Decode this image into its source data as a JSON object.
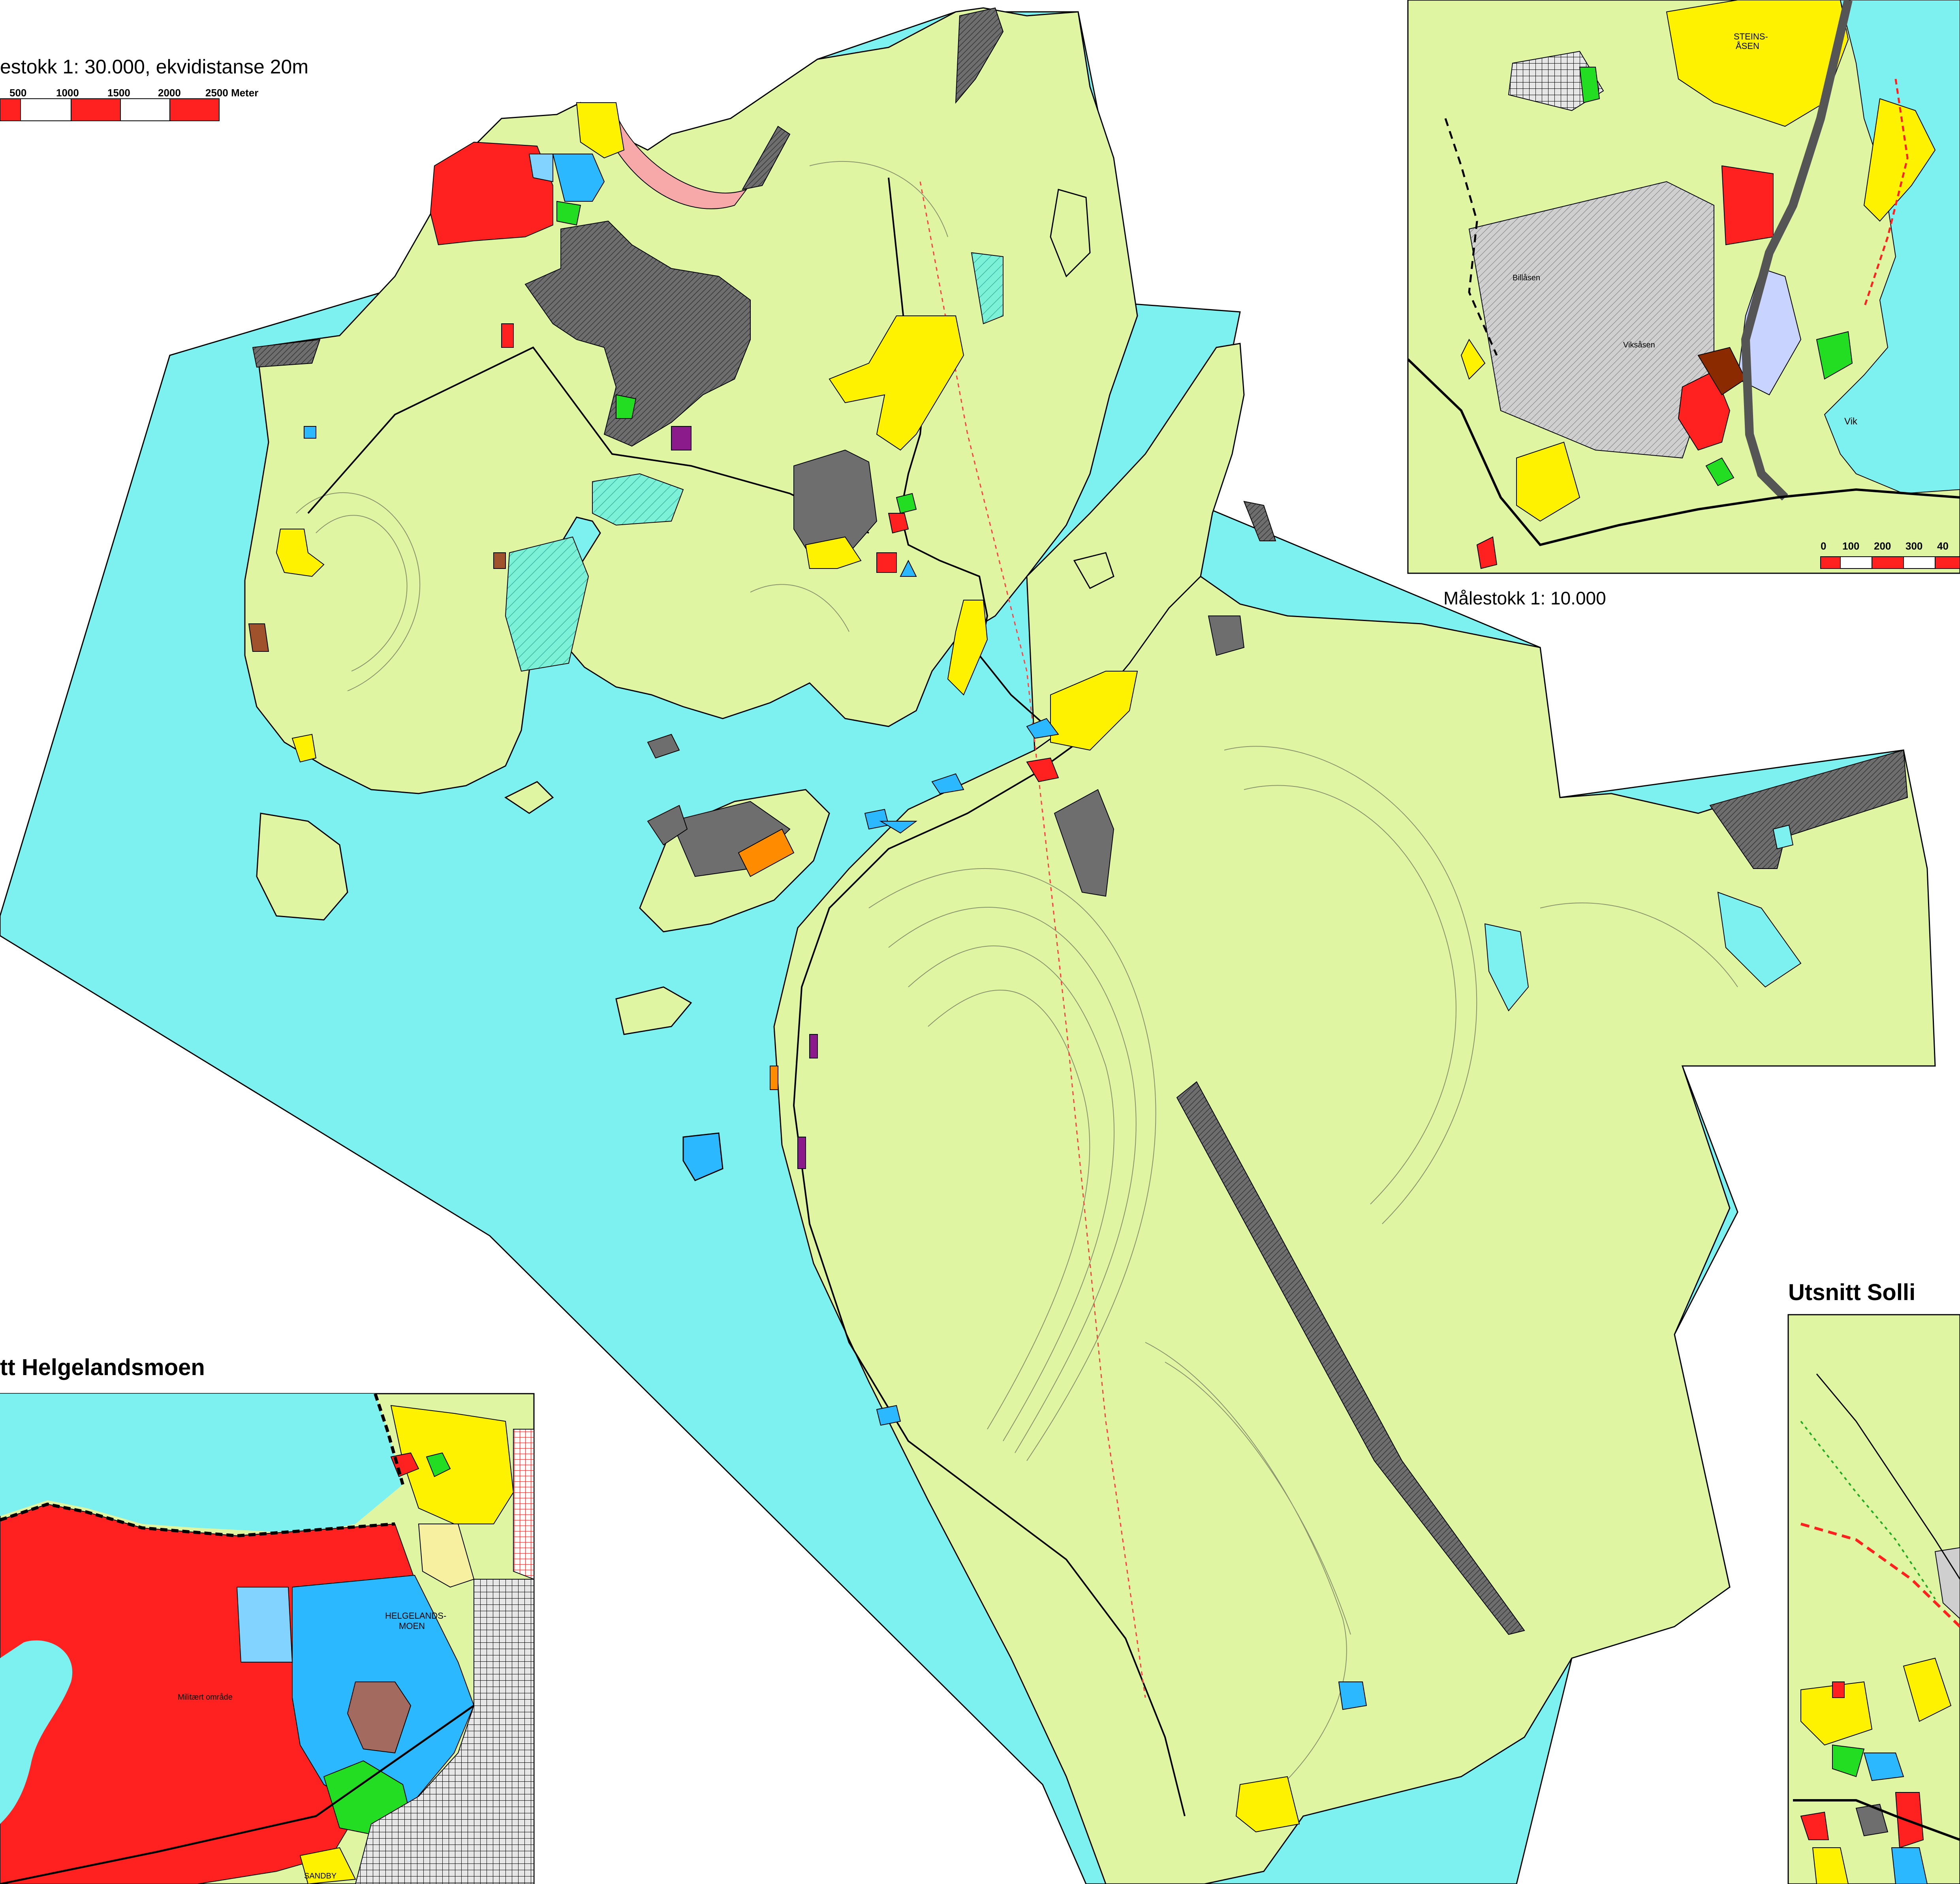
{
  "main_map": {
    "scale_text": "estokk 1: 30.000, ekvidistanse 20m",
    "scale_ticks": [
      "500",
      "1000",
      "1500",
      "2000",
      "2500 Meter"
    ]
  },
  "inset_top_right": {
    "scale_ticks": [
      "0",
      "100",
      "200",
      "300",
      "40"
    ],
    "caption": "Målestokk 1: 10.000",
    "labels": {
      "steinsasen": "STEINS-\nÅSEN",
      "vik": "Vik",
      "billasen": "Billåsen",
      "viksasen": "Viksåsen"
    }
  },
  "inset_bottom_left": {
    "title": "tt Helgelandsmoen",
    "labels": {
      "helgelandsmoen": "HELGELANDS-\nMOEN",
      "militaert": "Militært område",
      "sandby": "SANDBY"
    }
  },
  "inset_bottom_right": {
    "title": "Utsnitt Solli"
  },
  "colors": {
    "water": "#7df0f0",
    "land": "#dff5a1",
    "residential": "#fff200",
    "industry": "#6e6e6e",
    "public": "#2bb8ff",
    "military": "#ff2020",
    "green": "#22dd22",
    "pink": "#f7a8a8",
    "brown": "#a0522d",
    "light_blue": "#82d3ff",
    "orange": "#ff8c00",
    "purple": "#8b1a8b",
    "boundary": "#000000"
  }
}
